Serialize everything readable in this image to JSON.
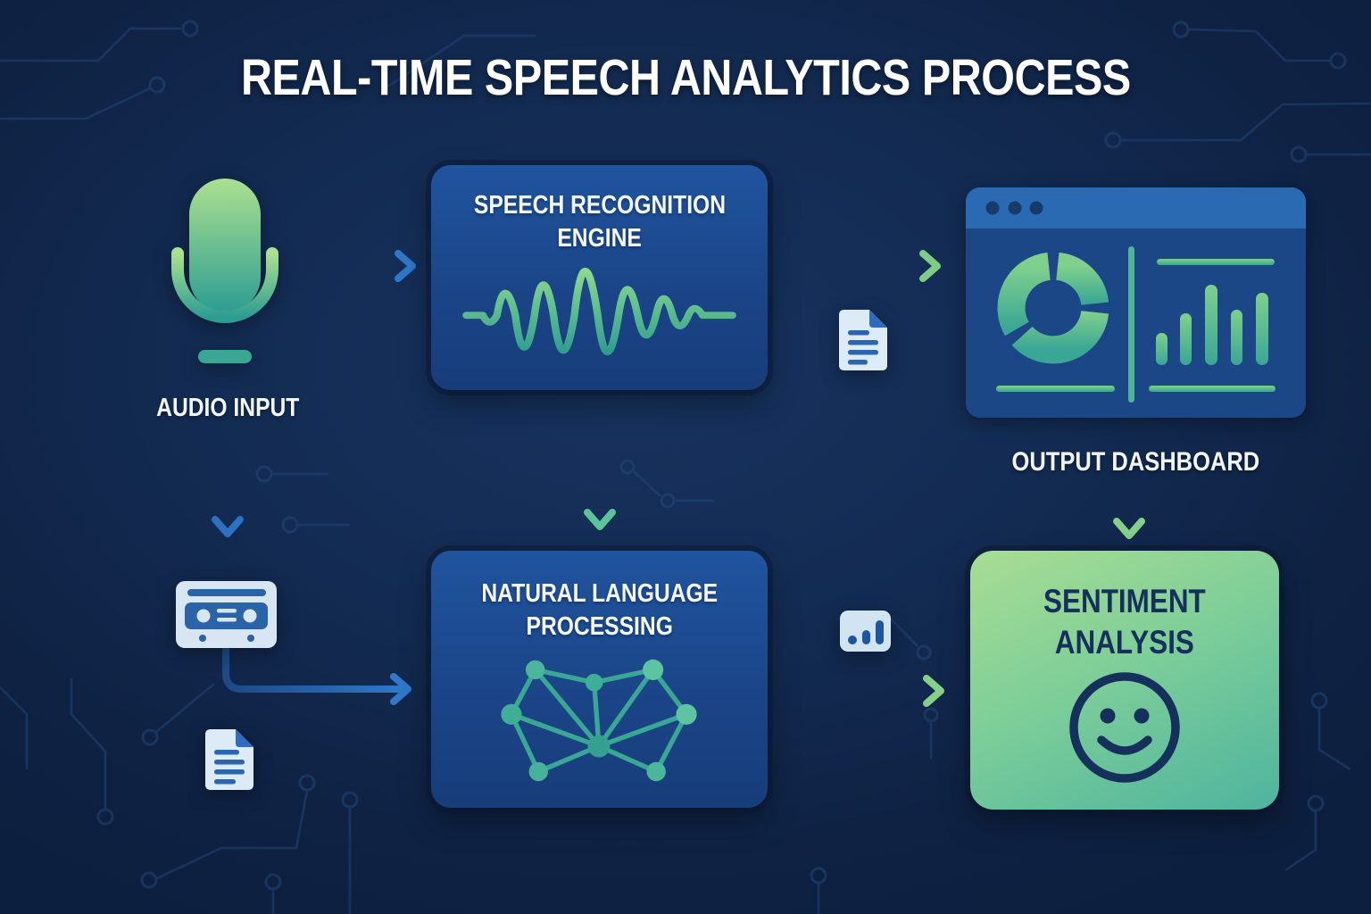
{
  "title": "REAL-TIME SPEECH ANALYTICS PROCESS",
  "nodes": {
    "audio_input": {
      "label": "AUDIO INPUT",
      "icon": "microphone-icon"
    },
    "speech_recognition_engine": {
      "line1": "SPEECH RECOGNITION",
      "line2": "ENGINE",
      "icon": "waveform-icon"
    },
    "natural_language_processing": {
      "line1": "NATURAL LANGUAGE",
      "line2": "PROCESSING",
      "icon": "network-graph-icon"
    },
    "output_dashboard": {
      "label": "OUTPUT DASHBOARD",
      "icon": "dashboard-window-icon"
    },
    "sentiment_analysis": {
      "line1": "SENTIMENT",
      "line2": "ANALYSIS",
      "icon": "smiley-face-icon"
    }
  },
  "connector_icons": {
    "transcript_document": "document-icon",
    "audio_file_document": "document-icon",
    "recording_cassette": "cassette-tape-icon",
    "mini_bar_chart": "mini-bar-chart-icon"
  },
  "flow": [
    {
      "from": "audio_input",
      "to": "speech_recognition_engine"
    },
    {
      "from": "audio_input",
      "to": "recording_cassette"
    },
    {
      "from": "recording_cassette",
      "to": "natural_language_processing"
    },
    {
      "from": "speech_recognition_engine",
      "to": "output_dashboard"
    },
    {
      "from": "speech_recognition_engine",
      "to": "natural_language_processing"
    },
    {
      "from": "natural_language_processing",
      "to": "sentiment_analysis"
    },
    {
      "from": "output_dashboard",
      "to": "sentiment_analysis"
    }
  ],
  "colors": {
    "background_navy": "#122a50",
    "circuit_trace": "#23497c",
    "box_blue": "#1b4588",
    "dashboard_header_blue": "#2a6ab3",
    "arrow_blue": "#2f75c8",
    "arrow_green": "#7ecd86",
    "accent_green_light": "#a9dd93",
    "accent_teal": "#3aa794",
    "icon_light_blue": "#dcebf7",
    "icon_dark_blue": "#2a63a8",
    "navy_text": "#16305c",
    "white_text": "#ffffff"
  }
}
